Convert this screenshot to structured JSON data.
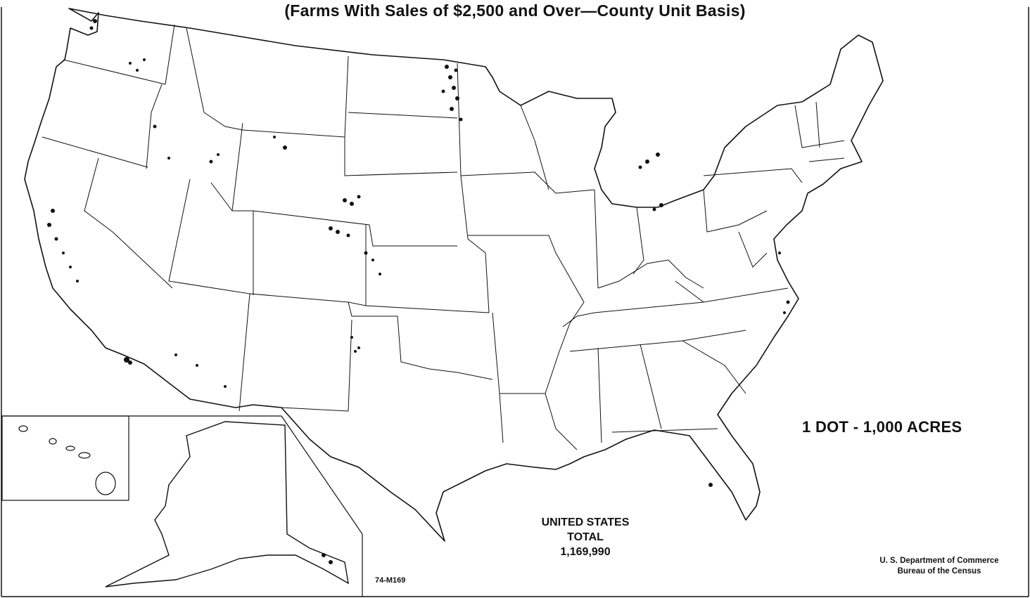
{
  "map": {
    "subtitle": "(Farms With Sales of $2,500 and Over—County Unit Basis)",
    "legend": "1 DOT - 1,000 ACRES",
    "total": {
      "line1": "UNITED STATES",
      "line2": "TOTAL",
      "value": "1,169,990"
    },
    "source": {
      "line1": "U. S. Department of Commerce",
      "line2": "Bureau of the Census"
    },
    "map_code": "74-M169",
    "ink_color": "#111111"
  }
}
